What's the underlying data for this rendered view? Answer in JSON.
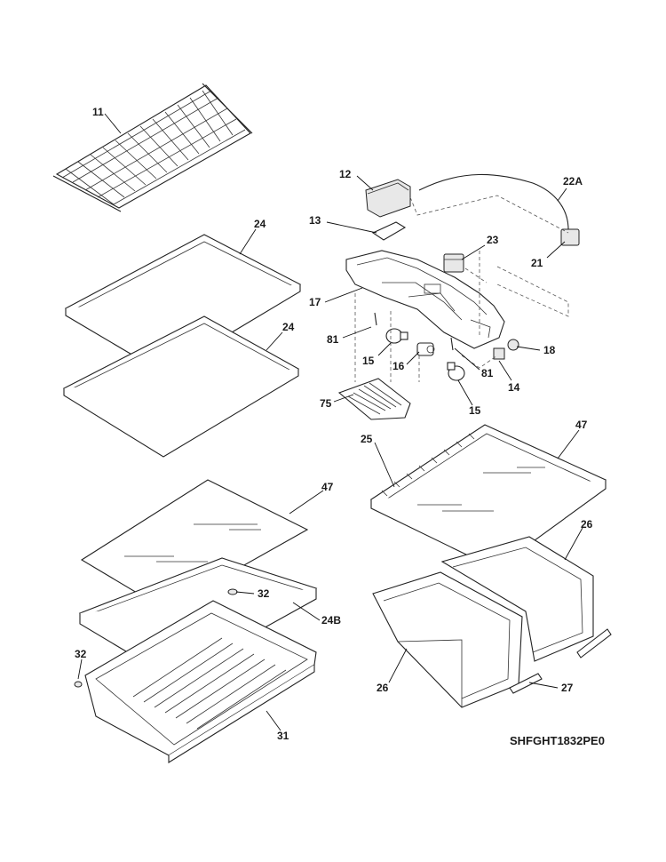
{
  "diagram_code": "SHFGHT1832PE0",
  "callouts": {
    "c11": "11",
    "c12": "12",
    "c13": "13",
    "c22a": "22A",
    "c23": "23",
    "c21": "21",
    "c24_top": "24",
    "c24_mid": "24",
    "c17": "17",
    "c81_left": "81",
    "c15_left": "15",
    "c16": "16",
    "c81_right": "81",
    "c18": "18",
    "c14": "14",
    "c75": "75",
    "c15_right": "15",
    "c25": "25",
    "c47_right": "47",
    "c47_left": "47",
    "c26_top": "26",
    "c32_mid": "32",
    "c24b": "24B",
    "c32_left": "32",
    "c26_bottom": "26",
    "c27": "27",
    "c31": "31"
  }
}
